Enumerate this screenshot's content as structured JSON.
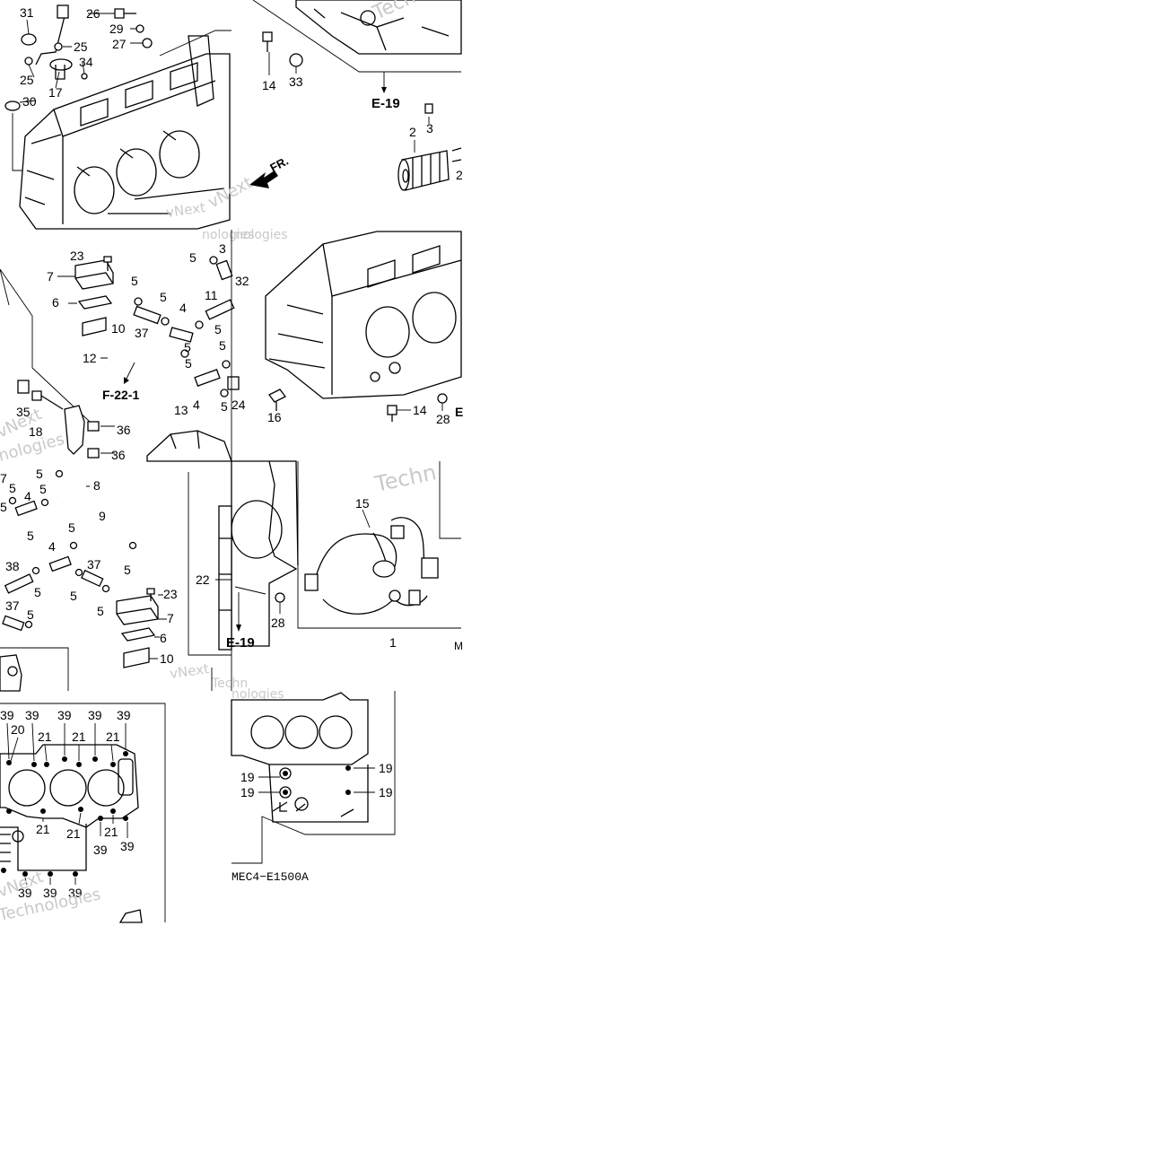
{
  "diagram": {
    "direction_label": "FR.",
    "reference_code": "MEC4−E1500A",
    "watermark": {
      "brand": "vNext",
      "brand_alt": "Techn",
      "company": "Technologies",
      "company_alt": "nologies"
    },
    "section_refs": [
      "E-19",
      "E-19",
      "F-22-1",
      "E"
    ],
    "tile_edge_text": [
      "M"
    ],
    "parts": {
      "p1": "1",
      "p2": "2",
      "p3": "3",
      "p4": "4",
      "p5": "5",
      "p6": "6",
      "p7": "7",
      "p8": "8",
      "p9": "9",
      "p10": "10",
      "p11": "11",
      "p12": "12",
      "p13": "13",
      "p14": "14",
      "p15": "15",
      "p16": "16",
      "p17": "17",
      "p18": "18",
      "p19": "19",
      "p20": "20",
      "p21": "21",
      "p22": "22",
      "p23": "23",
      "p24": "24",
      "p25": "25",
      "p26": "26",
      "p27": "27",
      "p28": "28",
      "p29": "29",
      "p30": "30",
      "p31": "31",
      "p32": "32",
      "p33": "33",
      "p34": "34",
      "p35": "35",
      "p36": "36",
      "p37": "37",
      "p38": "38",
      "p39": "39",
      "p3_cut": "3",
      "p2_cut": "2"
    }
  }
}
